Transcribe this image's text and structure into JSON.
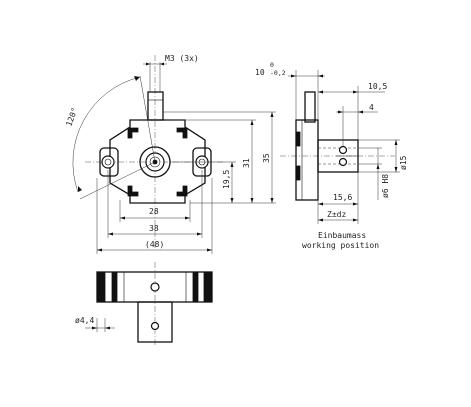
{
  "drawing": {
    "dimensions": {
      "thread": "M3 (3x)",
      "angle": "120°",
      "width_28": "28",
      "width_38": "38",
      "width_48": "(48)",
      "height_19_5": "19,5",
      "height_31": "31",
      "height_35": "35",
      "tolerance_nominal": "10",
      "tolerance_upper": "0",
      "tolerance_lower": "-0,2",
      "side_10_5": "10,5",
      "side_4": "4",
      "dia_15": "ø15",
      "dia_6_h8": "ø6 H8",
      "side_15_6": "15,6",
      "z_dz": "Z±dz",
      "dia_4_4": "ø4,4"
    },
    "notes": {
      "position_de": "Einbaumass",
      "position_en": "working position"
    }
  }
}
